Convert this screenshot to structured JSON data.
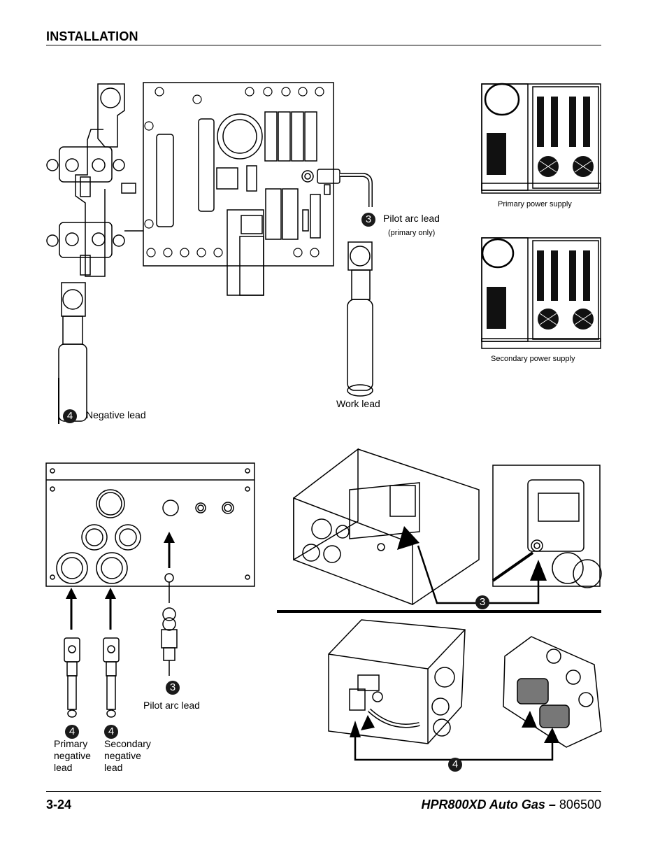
{
  "header": {
    "section": "INSTALLATION"
  },
  "labels": {
    "negative_lead": "Negative lead",
    "work_lead": "Work lead",
    "pilot_arc_lead": "Pilot arc lead",
    "primary_only": "(primary only)",
    "primary_power_supply": "Primary power supply",
    "secondary_power_supply": "Secondary power supply",
    "pilot_arc_lead_2": "Pilot arc lead",
    "primary_negative_lead": [
      "Primary",
      "negative",
      "lead"
    ],
    "secondary_negative_lead": [
      "Secondary",
      "negative",
      "lead"
    ]
  },
  "callouts": {
    "three": "3",
    "four": "4"
  },
  "footer": {
    "page": "3-24",
    "product": "HPR800XD Auto Gas",
    "dash": "–",
    "part_number": "806500"
  }
}
